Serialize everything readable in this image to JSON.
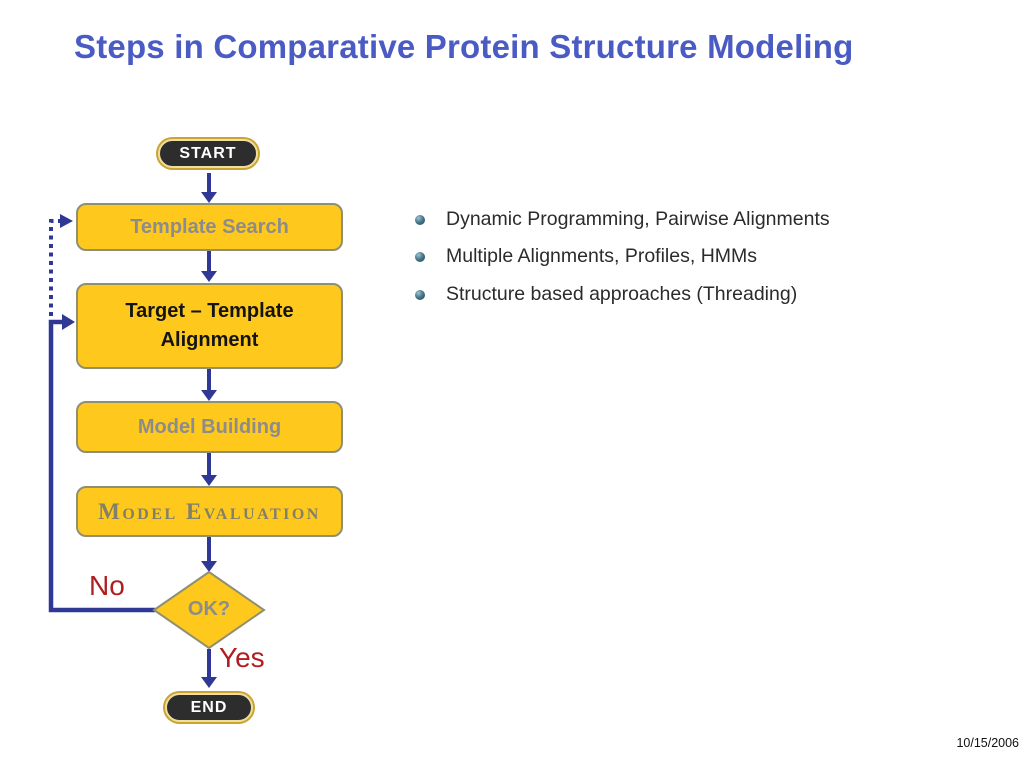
{
  "title": "Steps in Comparative Protein Structure Modeling",
  "flowchart": {
    "start_label": "START",
    "steps": [
      {
        "label": "Template Search"
      },
      {
        "label": "Target – Template\nAlignment"
      },
      {
        "label": "Model Building"
      },
      {
        "label": "Model Evaluation"
      }
    ],
    "decision_label": "OK?",
    "no_label": "No",
    "yes_label": "Yes",
    "end_label": "END"
  },
  "bullets": [
    "Dynamic Programming, Pairwise Alignments",
    "Multiple Alignments, Profiles, HMMs",
    "Structure based approaches (Threading)"
  ],
  "footer": {
    "date": "10/15/2006"
  },
  "colors": {
    "title_text": "#4B5BC4",
    "node_fill": "#FFC81C",
    "node_border": "#8F8F73",
    "terminator_fill": "#2D2D2D",
    "terminator_border": "#EFDF9E",
    "terminator_outer_ring": "#C9A432",
    "connector": "#303896",
    "muted_label": "#8C8C8C",
    "dark_label": "#141414",
    "branch_label": "#B01E20",
    "bullet_dot": "#2E5A6E",
    "background": "#FFFFFF"
  }
}
